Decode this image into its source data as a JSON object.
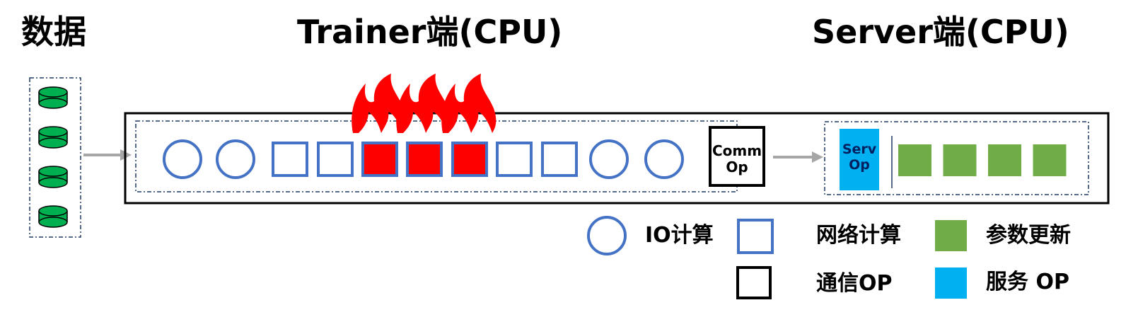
{
  "titles": {
    "data": "数据",
    "trainer": "Trainer端(CPU)",
    "server": "Server端(CPU)"
  },
  "trainer_ops": [
    "io",
    "io",
    "network",
    "network",
    "hot",
    "hot",
    "hot",
    "network",
    "network",
    "io",
    "io"
  ],
  "comm_op": {
    "line1": "Comm",
    "line2": "Op"
  },
  "serv_op": {
    "line1": "Serv",
    "line2": "Op"
  },
  "param_update_count": 4,
  "data_store_count": 4,
  "legend": {
    "io_compute": "IO计算",
    "network_compute": "网络计算",
    "param_update": "参数更新",
    "comm_op": "通信OP",
    "service_op": "服务 OP"
  },
  "colors": {
    "op_blue": "#4472C4",
    "hot_red": "#FF0000",
    "param_green": "#70AD47",
    "service_cyan": "#00B0F0",
    "db_green": "#00B050",
    "arrow_gray": "#A6A6A6",
    "flame_red": "#FF0000"
  }
}
